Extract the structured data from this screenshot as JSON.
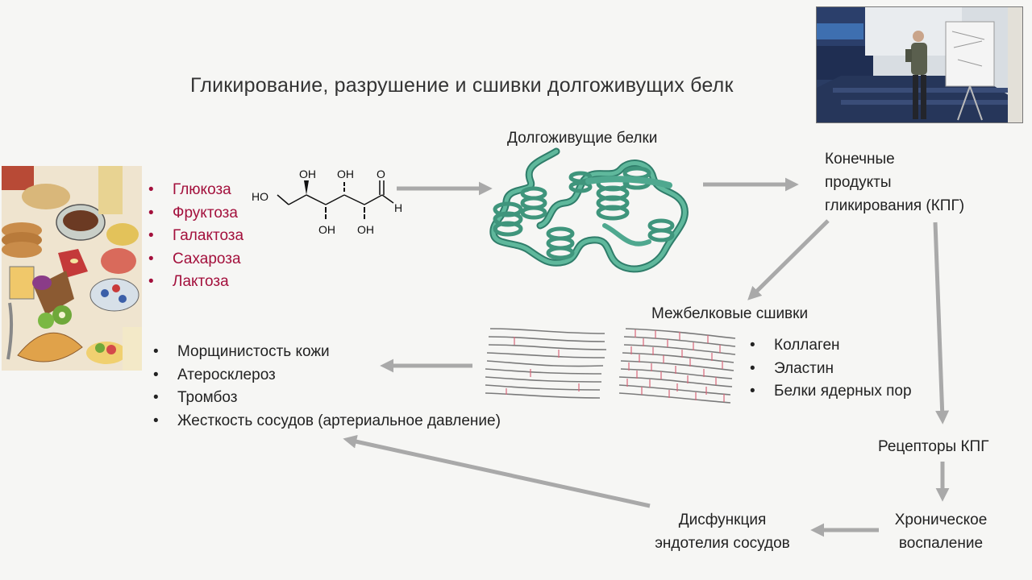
{
  "slide": {
    "title": "Гликирование, разрушение и сшивки долгоживущих белк",
    "sugars": [
      "Глюкоза",
      "Фруктоза",
      "Галактоза",
      "Сахароза",
      "Лактоза"
    ],
    "molecule_labels": {
      "ho_left": "HO",
      "oh1": "OH",
      "oh2": "OH",
      "oh3": "OH",
      "oh4": "OH",
      "o": "O",
      "h": "H"
    },
    "proteins_label": "Долгоживущие белки",
    "age_label": [
      "Конечные",
      "продукты",
      "гликирования (КПГ)"
    ],
    "crosslinks_label": "Межбелковые сшивки",
    "crosslink_proteins": [
      "Коллаген",
      "Эластин",
      "Белки ядерных пор"
    ],
    "consequences": [
      "Морщинистость кожи",
      "Атеросклероз",
      "Тромбоз",
      "Жесткость сосудов (артериальное давление)"
    ],
    "receptors_label": "Рецепторы КПГ",
    "inflammation_label": [
      "Хроническое",
      "воспаление"
    ],
    "dysfunction_label": [
      "Дисфункция",
      "эндотелия сосудов"
    ]
  },
  "colors": {
    "sugar_text": "#a3103c",
    "arrow": "#a9a9a9",
    "protein_ribbon": "#4fa88f",
    "fiber_line": "#7a7a7a",
    "crosslink": "#d9667a"
  }
}
